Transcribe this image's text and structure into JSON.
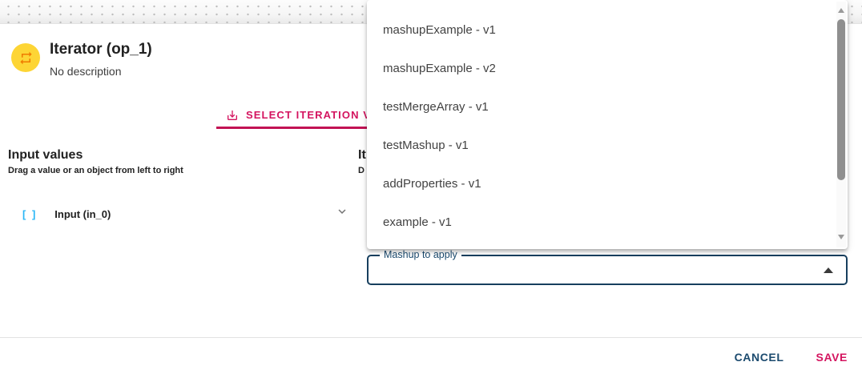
{
  "colors": {
    "accent_pink": "#d4145f",
    "navy": "#1b4a6e",
    "navy_border": "#173f5e",
    "item_text": "#424242",
    "bracket_blue": "#29b6f6",
    "icon_circle_yellow": "#fdd535",
    "icon_orange": "#ef7c00",
    "chevron_gray": "#757575"
  },
  "dialog": {
    "header": {
      "title": "Iterator (op_1)",
      "subtitle": "No description",
      "icon": "repeat-icon"
    },
    "tab": {
      "label": "SELECT ITERATION V",
      "icon": "download-icon"
    },
    "left_column": {
      "heading": "Input values",
      "description": "Drag a value or an object from left to right",
      "rows": [
        {
          "type_icon": "[ ]",
          "label": "Input (in_0)"
        }
      ]
    },
    "right_column": {
      "heading_fragment": "It",
      "description_fragment": "D"
    },
    "select_field": {
      "label": "Mashup to apply",
      "value": "",
      "state": "open"
    },
    "footer": {
      "cancel_label": "CANCEL",
      "save_label": "SAVE"
    }
  },
  "dropdown": {
    "items": [
      "mashupExample - v1",
      "mashupExample - v2",
      "testMergeArray - v1",
      "testMashup - v1",
      "addProperties - v1",
      "example - v1"
    ]
  }
}
